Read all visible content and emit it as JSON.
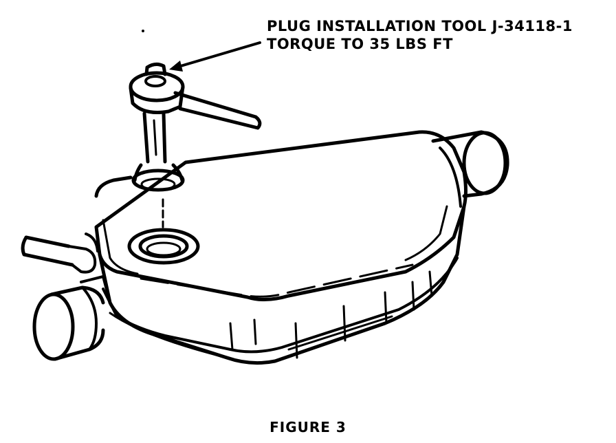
{
  "callout": {
    "line1": "PLUG INSTALLATION TOOL J-34118-1",
    "line2": "TORQUE TO 35 LBS FT"
  },
  "caption": "FIGURE 3"
}
